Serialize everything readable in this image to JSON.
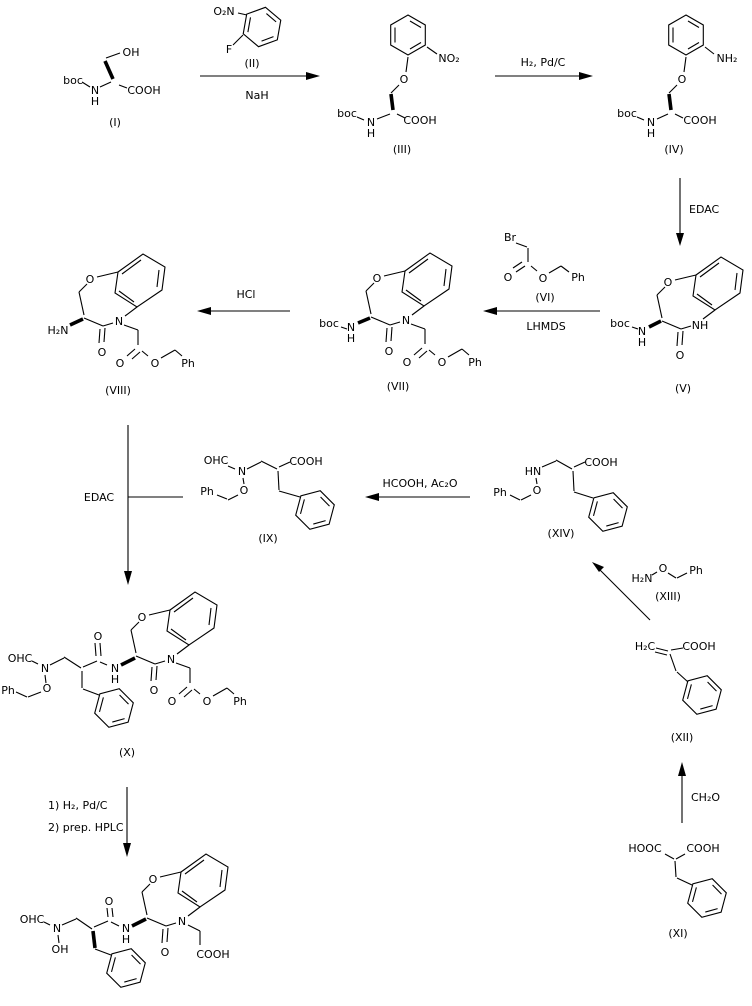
{
  "background": "#ffffff",
  "ink": "#000000",
  "compounds": {
    "I": {
      "label": "(I)",
      "atoms": {
        "boc": "boc",
        "N": "N",
        "H": "H",
        "OH": "OH",
        "COOH": "COOH"
      }
    },
    "II": {
      "label": "(II)",
      "atoms": {
        "O2N": "O₂N",
        "F": "F"
      }
    },
    "III": {
      "label": "(III)",
      "atoms": {
        "NO2": "NO₂",
        "O_ether": "O",
        "boc": "boc",
        "N": "N",
        "H": "H",
        "COOH": "COOH"
      }
    },
    "IV": {
      "label": "(IV)",
      "atoms": {
        "NH2": "NH₂",
        "O_ether": "O",
        "boc": "boc",
        "N": "N",
        "H": "H",
        "COOH": "COOH"
      }
    },
    "V": {
      "label": "(V)",
      "atoms": {
        "O_ring": "O",
        "NH_ring": "NH",
        "O_lactam": "O",
        "boc": "boc",
        "N": "N",
        "H": "H"
      }
    },
    "VI": {
      "label": "(VI)",
      "atoms": {
        "Br": "Br",
        "O_carbonyl": "O",
        "O_ester": "O",
        "Ph": "Ph"
      }
    },
    "VII": {
      "label": "(VII)",
      "atoms": {
        "O_ring": "O",
        "N_ring": "N",
        "O_lactam": "O",
        "boc": "boc",
        "N": "N",
        "H": "H",
        "O_carbonyl": "O",
        "O_ester": "O",
        "Ph": "Ph"
      }
    },
    "VIII": {
      "label": "(VIII)",
      "atoms": {
        "O_ring": "O",
        "N_ring": "N",
        "O_lactam": "O",
        "H2N": "H₂N",
        "O_carbonyl": "O",
        "O_ester": "O",
        "Ph": "Ph"
      }
    },
    "IX": {
      "label": "(IX)",
      "atoms": {
        "OHC": "OHC",
        "N": "N",
        "COOH": "COOH",
        "O": "O",
        "Ph": "Ph"
      }
    },
    "X": {
      "label": "(X)",
      "atoms": {
        "OHC": "OHC",
        "N": "N",
        "Ph_benzyloxy": "Ph",
        "O_benzyloxy": "O",
        "O_amide": "O",
        "N_amide": "N",
        "H_amide": "H",
        "O_ring": "O",
        "N_ring": "N",
        "O_lactam": "O",
        "O_carbonyl": "O",
        "O_ester": "O",
        "Ph_ester": "Ph"
      }
    },
    "XI": {
      "label": "(XI)",
      "atoms": {
        "HOOC": "HOOC",
        "COOH": "COOH"
      }
    },
    "XII": {
      "label": "(XII)",
      "atoms": {
        "H2C": "H₂C",
        "COOH": "COOH"
      }
    },
    "XIII": {
      "label": "(XIII)",
      "atoms": {
        "H2N": "H₂N",
        "O": "O",
        "Ph": "Ph"
      }
    },
    "XIV": {
      "label": "(XIV)",
      "atoms": {
        "HN": "HN",
        "COOH": "COOH",
        "O": "O",
        "Ph": "Ph"
      }
    },
    "product": {
      "label": "",
      "atoms": {
        "OHC": "OHC",
        "N": "N",
        "OH": "OH",
        "O_amide": "O",
        "N_amide": "N",
        "H_amide": "H",
        "O_ring": "O",
        "N_ring": "N",
        "O_lactam": "O",
        "COOH": "COOH"
      }
    }
  },
  "reagents": {
    "nah": "NaH",
    "h2_pdc": "H₂, Pd/C",
    "edac": "EDAC",
    "lhmds": "LHMDS",
    "hcl": "HCl",
    "hcooh_ac2o": "HCOOH, Ac₂O",
    "ch2o": "CH₂O",
    "final_step_1": "1) H₂,  Pd/C",
    "final_step_2": "2) prep. HPLC"
  },
  "reactions": [
    {
      "step": 1,
      "from": "(I)",
      "to": "(III)",
      "conditions": [
        "(II)",
        "NaH"
      ]
    },
    {
      "step": 2,
      "from": "(III)",
      "to": "(IV)",
      "conditions": [
        "H₂, Pd/C"
      ]
    },
    {
      "step": 3,
      "from": "(IV)",
      "to": "(V)",
      "conditions": [
        "EDAC"
      ]
    },
    {
      "step": 4,
      "from": "(V)",
      "to": "(VII)",
      "conditions": [
        "(VI)",
        "LHMDS"
      ]
    },
    {
      "step": 5,
      "from": "(VII)",
      "to": "(VIII)",
      "conditions": [
        "HCl"
      ]
    },
    {
      "step": 6,
      "from": "(VIII) + (IX)",
      "to": "(X)",
      "conditions": [
        "EDAC"
      ]
    },
    {
      "step": 7,
      "from": "(XIV)",
      "to": "(IX)",
      "conditions": [
        "HCOOH, Ac₂O"
      ]
    },
    {
      "step": 8,
      "from": "(XII) + (XIII)",
      "to": "(XIV)",
      "conditions": []
    },
    {
      "step": 9,
      "from": "(XI)",
      "to": "(XII)",
      "conditions": [
        "CH₂O"
      ]
    },
    {
      "step": 10,
      "from": "(X)",
      "to": "final product",
      "conditions": [
        "1) H₂,  Pd/C",
        "2) prep. HPLC"
      ]
    }
  ]
}
